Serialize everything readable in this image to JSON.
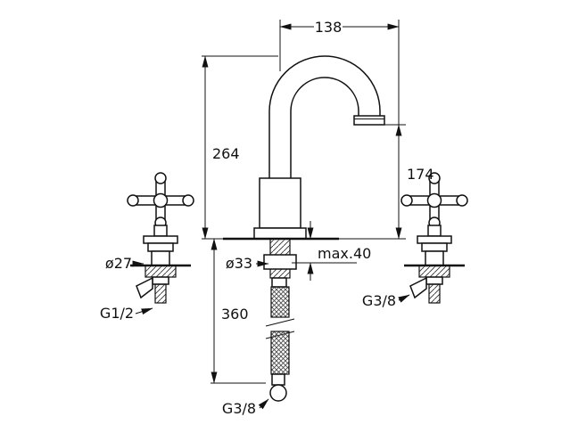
{
  "drawing": {
    "subject": "3-hole basin mixer faucet with cross handles — dimensional technical drawing",
    "background": "#ffffff",
    "line_color": "#111111"
  },
  "dimensions": {
    "spout_reach": "138",
    "spout_height": "264",
    "outlet_clearance": "174",
    "handle_diameter": "ø27",
    "base_diameter": "ø33",
    "max_counter_thickness": "max.40",
    "left_valve_thread": "G1/2",
    "hose_length": "360",
    "right_valve_thread": "G3/8",
    "supply_hose_thread": "G3/8"
  }
}
